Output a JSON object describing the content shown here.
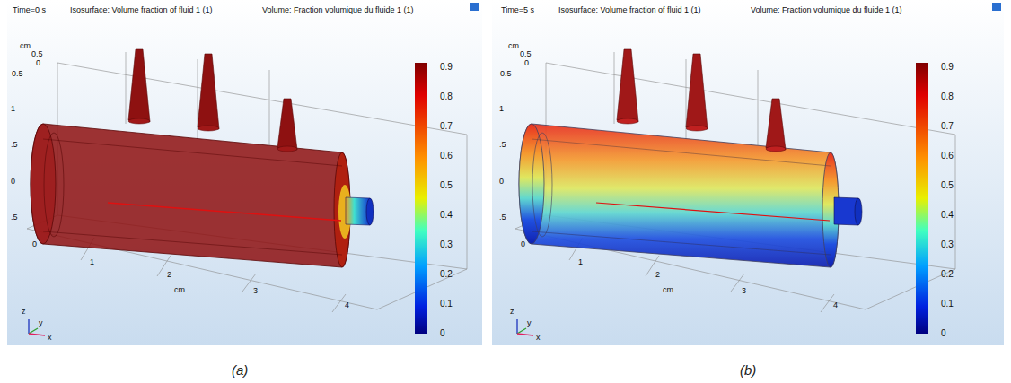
{
  "diagram": {
    "labels": [
      "Time=0 s",
      "Isosurface: Volume fraction of fluid 1 (1)",
      "Volume: Fraction volumique du fluide 1 (1)",
      "cm",
      "0.5",
      "-0.5",
      "0",
      "1",
      ".5",
      "0",
      ".5",
      "0",
      "1",
      "2",
      "cm",
      "3",
      "4",
      "z",
      "y",
      "x",
      "0.9",
      "0.8",
      "0.7",
      "0.6",
      "0.5",
      "0.4",
      "0.3",
      "0.2",
      "0.1",
      "0",
      "(a)",
      "Time=5 s",
      "Isosurface: Volume fraction of fluid 1 (1)",
      "Volume: Fraction volumique du fluide 1 (1)",
      "cm",
      "0.5",
      "-0.5",
      "0",
      "1",
      ".5",
      "0",
      ".5",
      "0",
      "1",
      "2",
      "cm",
      "3",
      "4",
      "z",
      "y",
      "x",
      "0.9",
      "0.8",
      "0.7",
      "0.6",
      "0.5",
      "0.4",
      "0.3",
      "0.2",
      "0.1",
      "0",
      "(b)"
    ]
  }
}
